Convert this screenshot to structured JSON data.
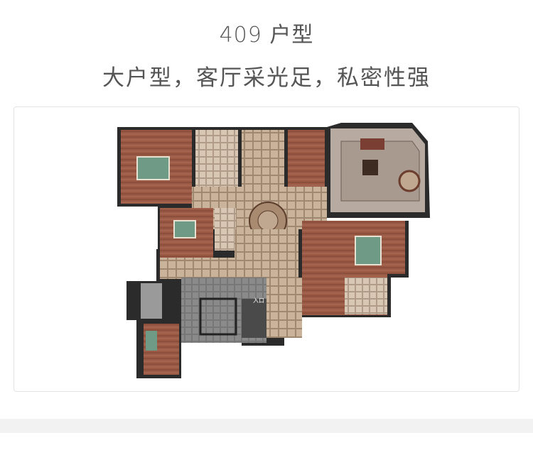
{
  "header": {
    "title": "409 户型",
    "subtitle": "大户型，客厅采光足，私密性强"
  },
  "floorplan": {
    "entrance_label": "入口"
  }
}
